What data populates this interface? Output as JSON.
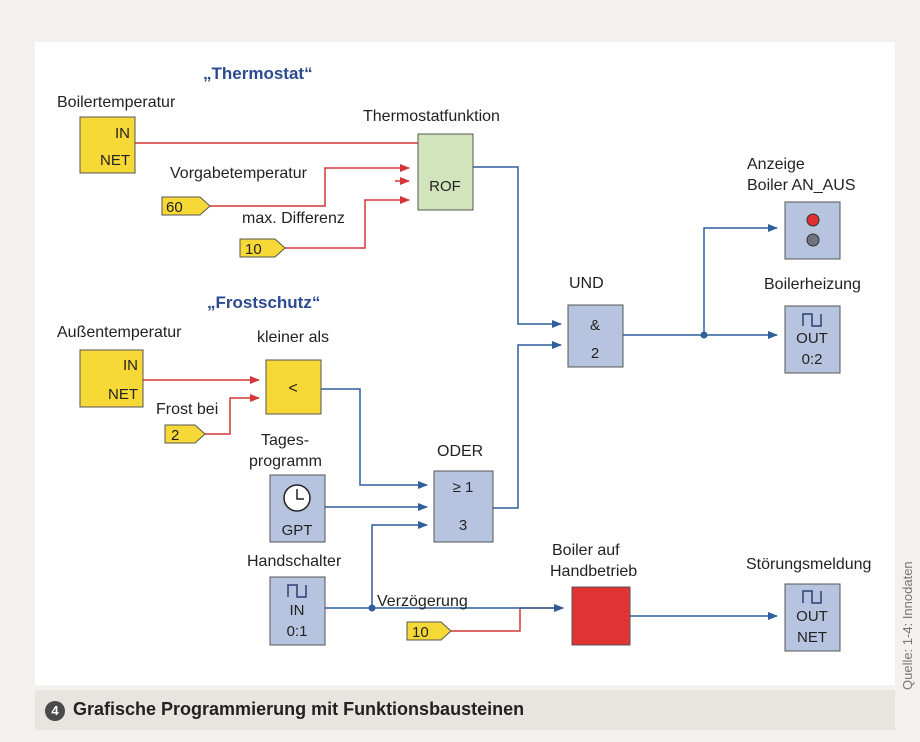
{
  "sections": {
    "thermostat": "„Thermostat“",
    "frostschutz": "„Frostschutz“"
  },
  "blocks": {
    "boilertemp": {
      "label": "Boilertemperatur",
      "line1": "IN",
      "line2": "NET"
    },
    "vorgabe": {
      "label": "Vorgabetemperatur",
      "value": "60"
    },
    "maxdiff": {
      "label": "max. Differenz",
      "value": "10"
    },
    "thermo": {
      "label": "Thermostatfunktion",
      "text": "ROF"
    },
    "aussen": {
      "label": "Außentemperatur",
      "line1": "IN",
      "line2": "NET"
    },
    "frost": {
      "label": "Frost bei",
      "value": "2"
    },
    "kleiner": {
      "label": "kleiner als",
      "text": "<"
    },
    "tages": {
      "label_line1": "Tages-",
      "label_line2": "programm",
      "text": "GPT"
    },
    "oder": {
      "label": "ODER",
      "line1": "≥ 1",
      "line2": "3"
    },
    "und": {
      "label": "UND",
      "line1": "&",
      "line2": "2"
    },
    "anzeige": {
      "label_line1": "Anzeige",
      "label_line2": "Boiler AN_AUS"
    },
    "heizung": {
      "label": "Boilerheizung",
      "line1": "OUT",
      "line2": "0:2"
    },
    "hand": {
      "label": "Handschalter",
      "line1": "IN",
      "line2": "0:1"
    },
    "handbetrieb": {
      "label_line1": "Boiler auf",
      "label_line2": "Handbetrieb"
    },
    "verz": {
      "label": "Verzögerung",
      "value": "10"
    },
    "stoerung": {
      "label": "Störungsmeldung",
      "line1": "OUT",
      "line2": "NET"
    }
  },
  "caption": {
    "number": "4",
    "text": "Grafische Programmierung mit Funktionsbausteinen"
  },
  "source": "Quelle: 1-4: Innodaten",
  "colors": {
    "input_yellow": "#f6d837",
    "thermo_green": "#d2e4bc",
    "logic_blue": "#b6c4df",
    "manual_red": "#e03434",
    "wire_red": "#d43535",
    "wire_blue": "#2e5f9c",
    "title_blue": "#2c4a8f"
  }
}
